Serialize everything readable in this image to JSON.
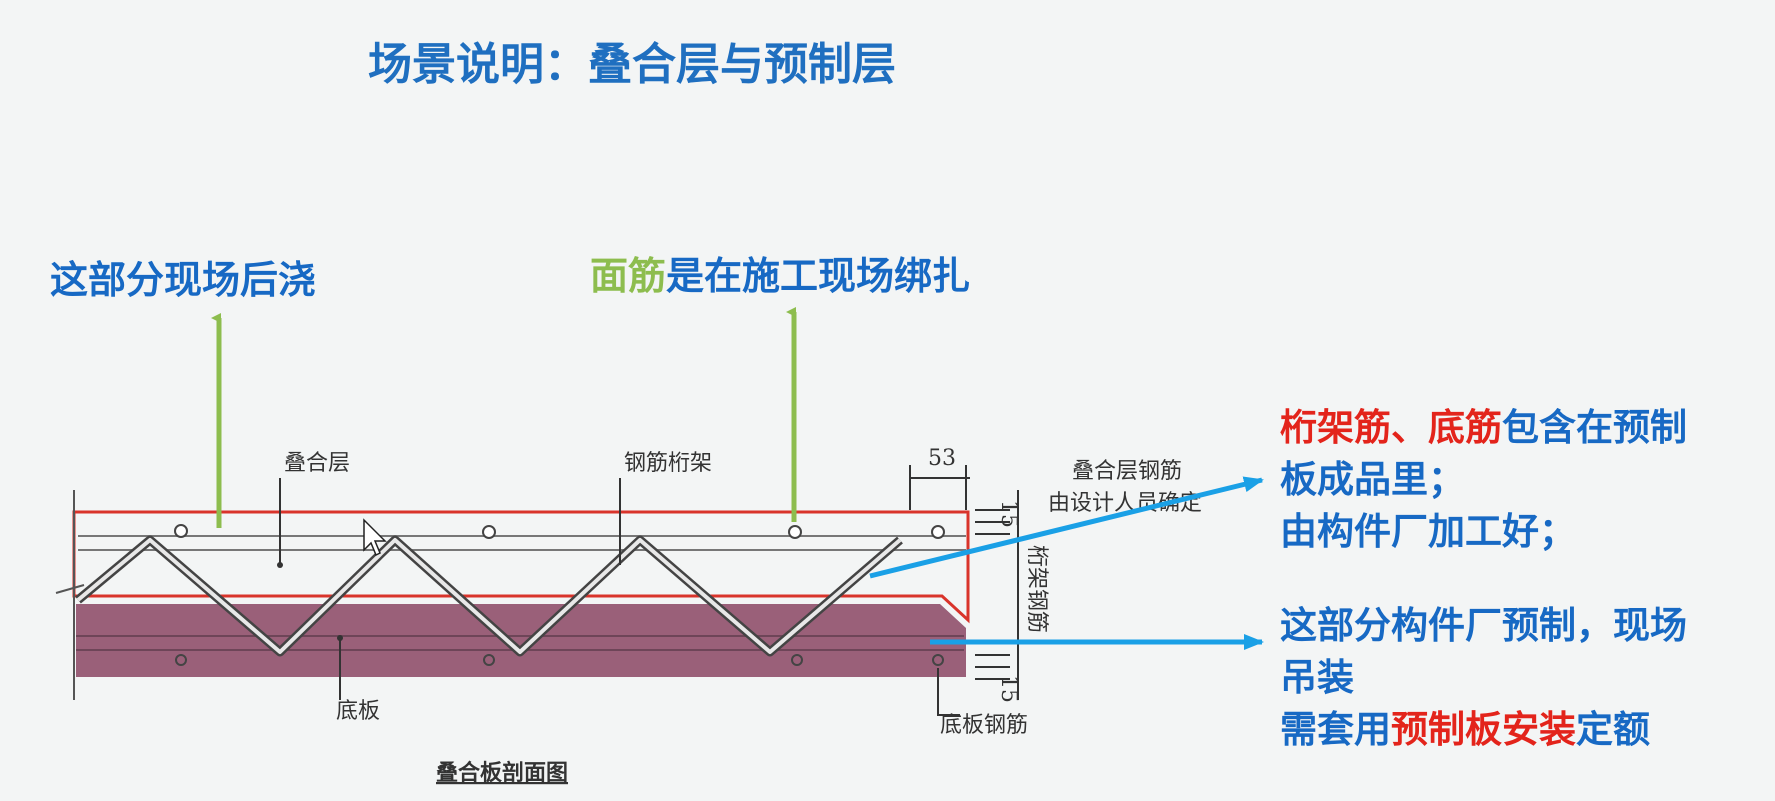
{
  "title": "场景说明：叠合层与预制层",
  "left_note": "这部分现场后浇",
  "mid_note": {
    "green_part": "面筋",
    "blue_part": "是在施工现场绑扎"
  },
  "right_note_top": {
    "red_1": "桁架筋",
    "sep": "、",
    "red_2": "底筋",
    "blue_1": "包含在预制",
    "line2": "板成品里；",
    "line3": "由构件厂加工好；"
  },
  "right_note_bottom": {
    "line1": "这部分构件厂预制，现场",
    "line2": "吊装",
    "line3_blue_a": "需套用",
    "line3_red": "预制板安装",
    "line3_blue_b": "定额"
  },
  "drawing": {
    "label_topping": "叠合层",
    "label_truss": "钢筋桁架",
    "label_dim": "53",
    "label_topping_rebar_1": "叠合层钢筋",
    "label_topping_rebar_2": "由设计人员确定",
    "label_vertical": "桁架钢筋",
    "label_dim_top": "15",
    "label_dim_bottom": "15",
    "label_bottom_slab": "底板",
    "label_bottom_rebar": "底板钢筋",
    "caption": "叠合板剖面图"
  },
  "colors": {
    "title_blue": "#1f6fc0",
    "text_blue": "#1769c4",
    "green": "#8dbd4e",
    "red": "#e3241b",
    "precast_fill": "#9a6079",
    "arrow_blue": "#1aa0e6",
    "outline_red": "#d9342b"
  }
}
